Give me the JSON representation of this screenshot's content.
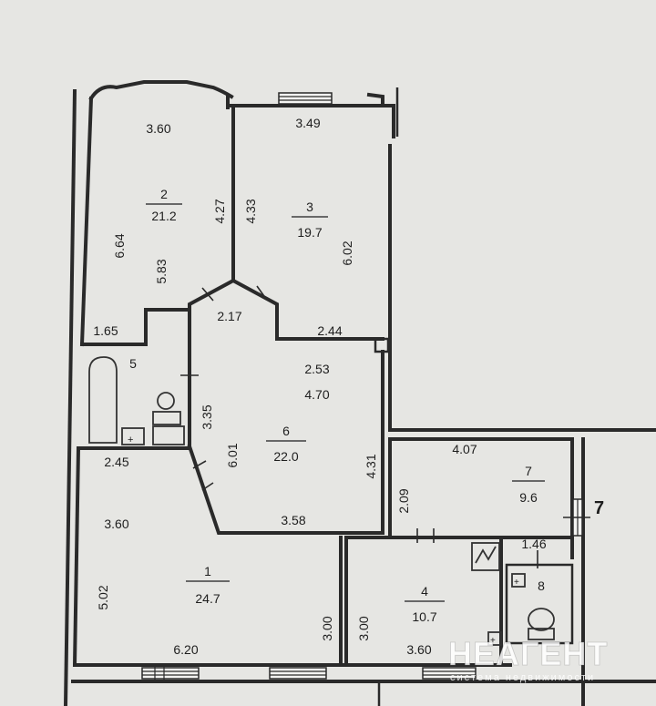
{
  "rooms": [
    {
      "number": "1",
      "area": "24.7"
    },
    {
      "number": "2",
      "area": "21.2"
    },
    {
      "number": "3",
      "area": "19.7"
    },
    {
      "number": "4",
      "area": "10.7"
    },
    {
      "number": "5",
      "area": ""
    },
    {
      "number": "6",
      "area": "22.0"
    },
    {
      "number": "7",
      "area": "9.6"
    },
    {
      "number": "8",
      "area": ""
    }
  ],
  "dimensions": {
    "room2_top": "3.60",
    "room2_left": "6.64",
    "room2_right": "4.27",
    "room2_lower": "5.83",
    "room2_bottom": "1.65",
    "room3_top": "3.49",
    "room3_left": "4.33",
    "room3_right": "6.02",
    "room3_bottom": "2.44",
    "hall_top": "2.17",
    "hall_upper": "2.53",
    "hall_width": "4.70",
    "hall_left_upper": "3.35",
    "hall_left_lower": "6.01",
    "hall_right": "4.31",
    "hall_bottom": "3.58",
    "room1_top": "2.45",
    "room1_inner": "3.60",
    "room1_left": "5.02",
    "room1_right": "3.00",
    "room1_bottom": "6.20",
    "room4_left": "3.00",
    "room4_bottom": "3.60",
    "room7_top": "4.07",
    "room7_left": "2.09",
    "room7_bottom": "1.46"
  },
  "marker": "7",
  "watermark": {
    "brand": "НЕАГЕНТ",
    "tagline": "система недвижимости"
  }
}
